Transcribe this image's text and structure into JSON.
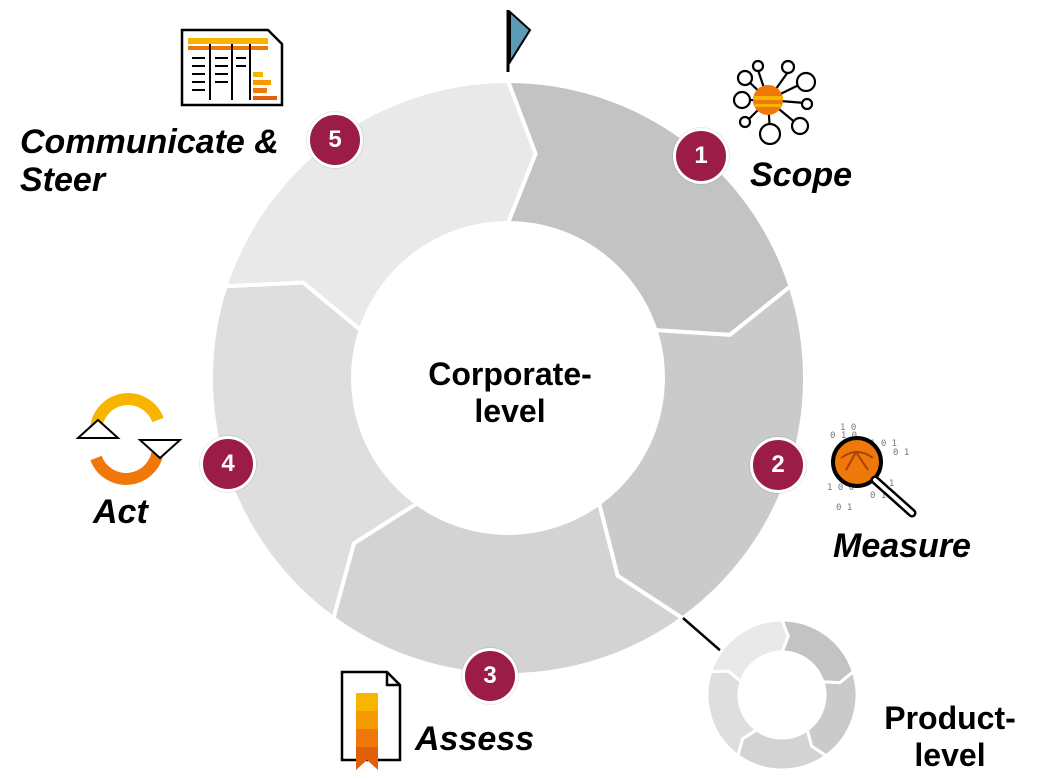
{
  "colors": {
    "badge": "#9a1c47",
    "segment_scope": "#c3c3c3",
    "segment_measure": "#cacaca",
    "segment_assess": "#d3d3d3",
    "segment_act": "#dedede",
    "segment_communicate": "#e9e9e9",
    "accent_orange": "#f0780a",
    "accent_yellow": "#f7b500",
    "flag": "#5a9bb5"
  },
  "center": {
    "title": "Corporate-level",
    "line1": "Corporate-",
    "line2": "level"
  },
  "steps": [
    {
      "number": "1",
      "label": "Scope",
      "icon": "network-icon"
    },
    {
      "number": "2",
      "label": "Measure",
      "icon": "magnifier-data-icon"
    },
    {
      "number": "3",
      "label": "Assess",
      "icon": "document-bookmark-icon"
    },
    {
      "number": "4",
      "label": "Act",
      "icon": "cycle-arrows-icon"
    },
    {
      "number": "5",
      "label_line1": "Communicate &",
      "label_line2": "Steer",
      "icon": "report-chart-icon"
    }
  ],
  "product": {
    "line1": "Product-",
    "line2": "level"
  }
}
